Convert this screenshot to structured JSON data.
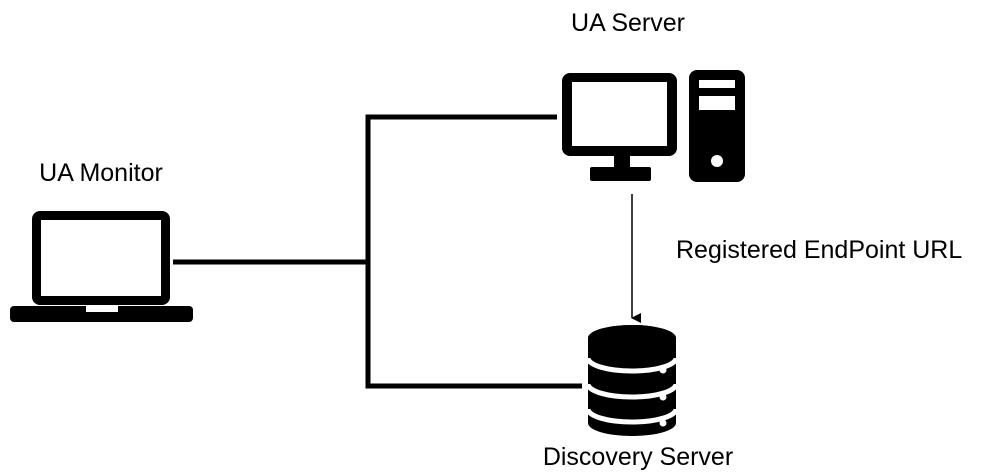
{
  "nodes": {
    "ua_server": {
      "label": "UA Server"
    },
    "ua_monitor": {
      "label": "UA Monitor"
    },
    "discovery_server": {
      "label": "Discovery Server"
    }
  },
  "edges": {
    "registration": {
      "label": "Registered EndPoint URL"
    }
  },
  "colors": {
    "ink": "#000000",
    "background": "#ffffff"
  },
  "icons": {
    "ua_server": "desktop-computer-icon",
    "ua_monitor": "laptop-icon",
    "discovery_server": "database-icon"
  }
}
